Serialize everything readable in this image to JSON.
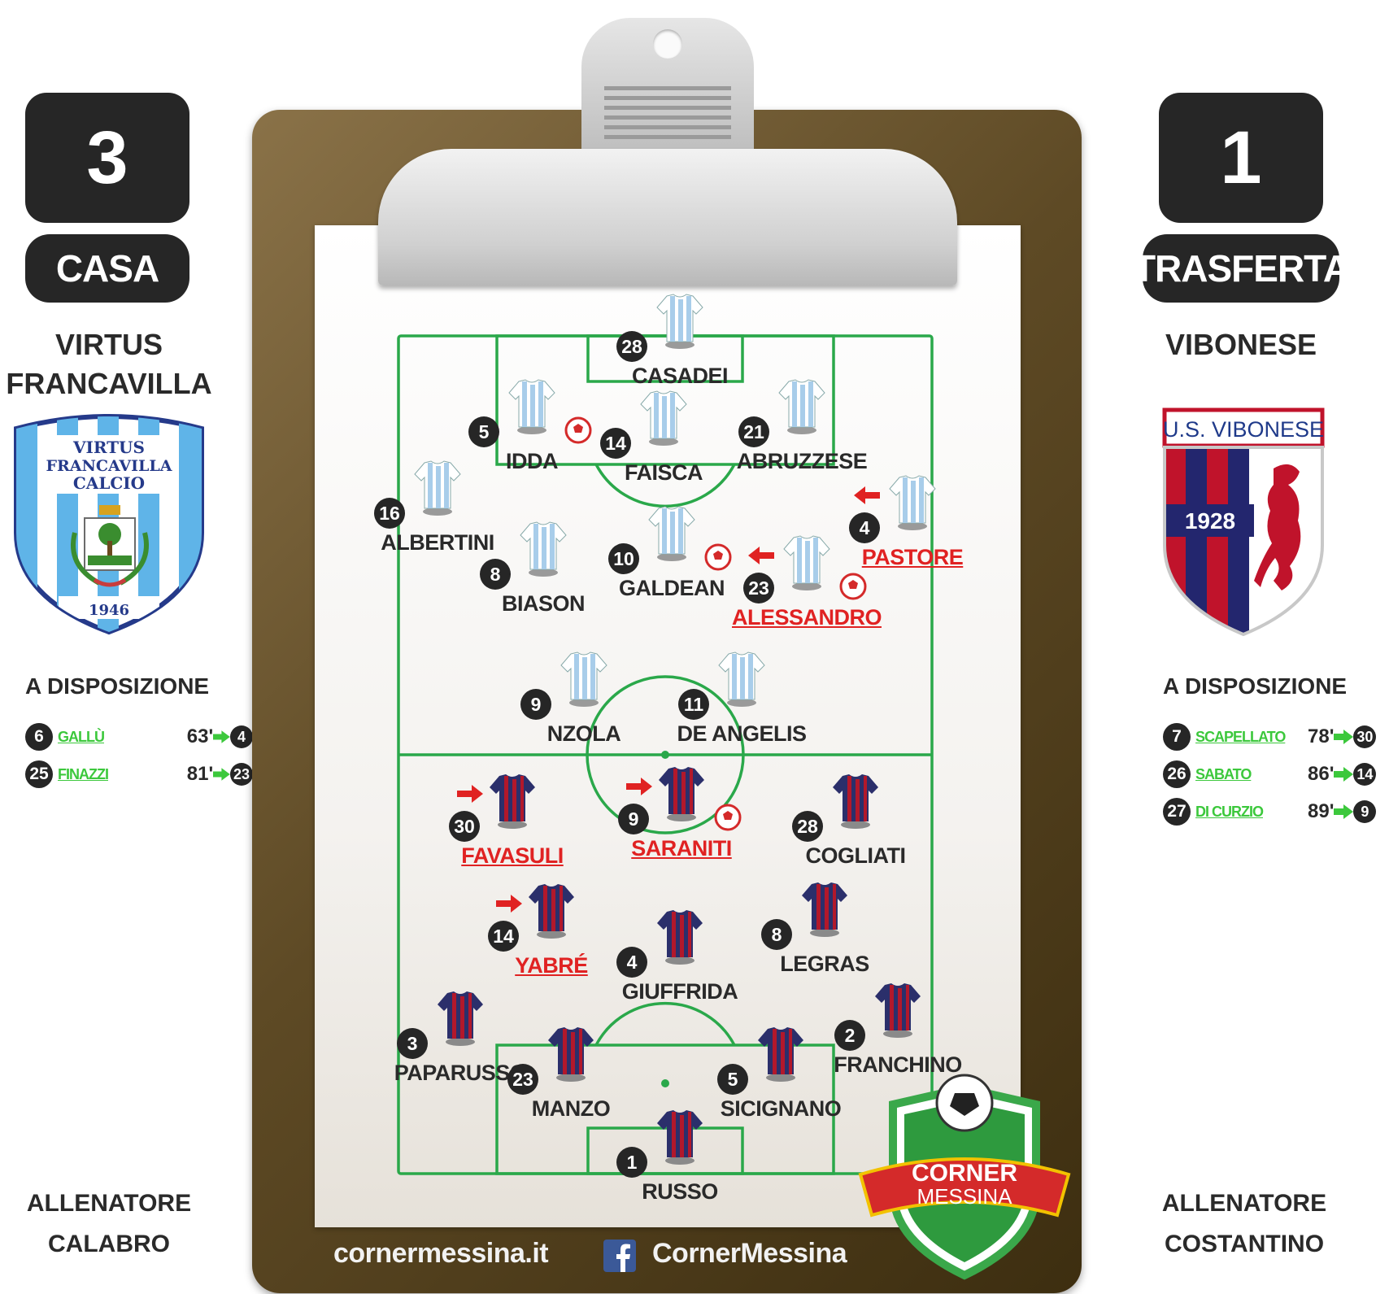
{
  "home": {
    "score": "3",
    "tag": "CASA",
    "name_line1": "VIRTUS",
    "name_line2": "FRANCAVILLA",
    "crest": {
      "line1": "VIRTUS",
      "line2": "FRANCAVILLA",
      "line3": "CALCIO",
      "year": "1946"
    },
    "bench_title": "A DISPOSIZIONE",
    "subs": [
      {
        "num": "6",
        "name": "GALLÙ",
        "minute": "63'",
        "replaced": "4"
      },
      {
        "num": "25",
        "name": "FINAZZI",
        "minute": "81'",
        "replaced": "23"
      }
    ],
    "coach_label": "ALLENATORE",
    "coach_name": "CALABRO"
  },
  "away": {
    "score": "1",
    "tag": "TRASFERTA",
    "name": "VIBONESE",
    "crest": {
      "banner": "U.S. VIBONESE",
      "year": "1928"
    },
    "bench_title": "A DISPOSIZIONE",
    "subs": [
      {
        "num": "7",
        "name": "SCAPELLATO",
        "minute": "78'",
        "replaced": "30"
      },
      {
        "num": "26",
        "name": "SABATO",
        "minute": "86'",
        "replaced": "14"
      },
      {
        "num": "27",
        "name": "DI CURZIO",
        "minute": "89'",
        "replaced": "9"
      }
    ],
    "coach_label": "ALLENATORE",
    "coach_name": "COSTANTINO"
  },
  "players_home": [
    {
      "num": "28",
      "name": "CASADEI"
    },
    {
      "num": "5",
      "name": "IDDA",
      "goal": true
    },
    {
      "num": "14",
      "name": "FAISCA"
    },
    {
      "num": "21",
      "name": "ABRUZZESE"
    },
    {
      "num": "16",
      "name": "ALBERTINI"
    },
    {
      "num": "4",
      "name": "PASTORE",
      "subbed": true
    },
    {
      "num": "8",
      "name": "BIASON"
    },
    {
      "num": "10",
      "name": "GALDEAN",
      "goal": true
    },
    {
      "num": "23",
      "name": "ALESSANDRO",
      "subbed": true,
      "goal": true
    },
    {
      "num": "9",
      "name": "NZOLA"
    },
    {
      "num": "11",
      "name": "DE ANGELIS"
    }
  ],
  "players_away": [
    {
      "num": "30",
      "name": "FAVASULI",
      "subbed": true
    },
    {
      "num": "9",
      "name": "SARANITI",
      "subbed": true,
      "goal": true
    },
    {
      "num": "28",
      "name": "COGLIATI"
    },
    {
      "num": "14",
      "name": "YABRÉ",
      "subbed": true
    },
    {
      "num": "4",
      "name": "GIUFFRIDA"
    },
    {
      "num": "8",
      "name": "LEGRAS"
    },
    {
      "num": "3",
      "name": "PAPARUSSO"
    },
    {
      "num": "2",
      "name": "FRANCHINO"
    },
    {
      "num": "23",
      "name": "MANZO"
    },
    {
      "num": "5",
      "name": "SICIGNANO"
    },
    {
      "num": "1",
      "name": "RUSSO"
    }
  ],
  "footer": {
    "site": "cornermessina.it",
    "social": "CornerMessina",
    "social_icon": "facebook-icon"
  },
  "badge": {
    "line1": "CORNER",
    "line2": "MESSINA"
  },
  "colors": {
    "dark": "#262626",
    "sub_green": "#3cc83c",
    "sub_red": "#e02222",
    "pitch_line": "#2aa84a",
    "home_shirt": "#a8cdea",
    "away_shirt_blue": "#2b2f6b",
    "away_shirt_red": "#b2182b"
  }
}
